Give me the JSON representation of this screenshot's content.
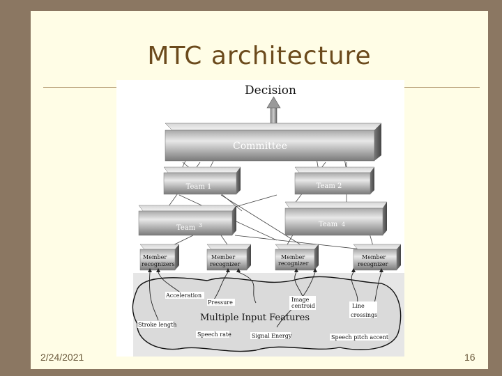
{
  "slide": {
    "title": "MTC architecture",
    "date": "2/24/2021",
    "page_number": "16"
  },
  "diagram": {
    "decision": "Decision",
    "committee": "Committee",
    "teams": [
      "Team 1",
      "Team 2",
      "Team",
      "Team"
    ],
    "team_numbers": [
      "3",
      "4"
    ],
    "members": [
      [
        "Member",
        "recognizers"
      ],
      [
        "Member",
        "recognizer"
      ],
      [
        "Member",
        "recognizer"
      ],
      [
        "Member",
        "recognizer"
      ]
    ],
    "features_title": "Multiple Input Features",
    "features": {
      "acceleration": "Acceleration",
      "pressure": "Pressure",
      "image_centroid": [
        "Image",
        "centroid"
      ],
      "line_crossings": [
        "Line",
        "crossings"
      ],
      "stroke_length": "Stroke length",
      "speech_rate": "Speech rate",
      "signal_energy": "Signal Energy",
      "speech_pitch_accent": "Speech pitch accent"
    }
  }
}
